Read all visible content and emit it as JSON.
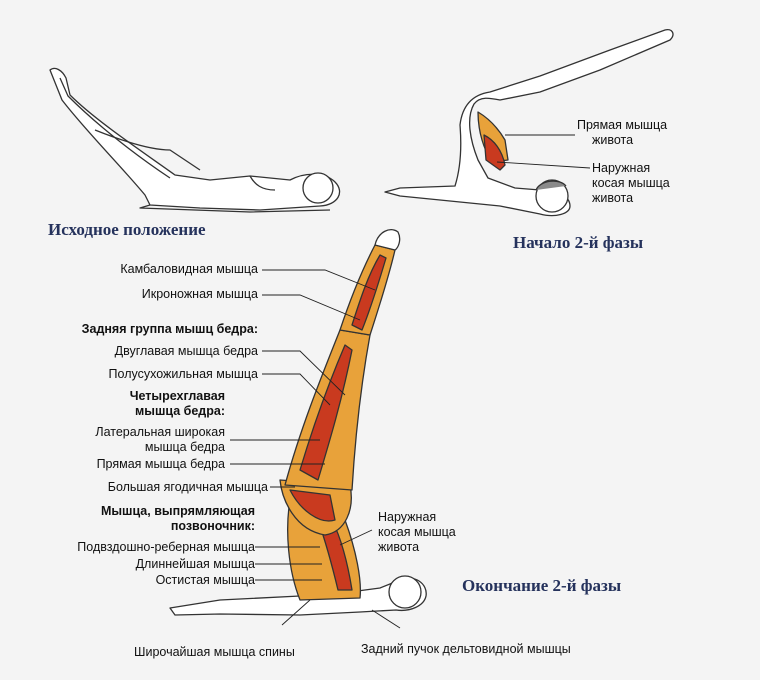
{
  "titles": {
    "start": "Исходное положение",
    "phase2_start": "Начало 2-й фазы",
    "phase2_end": "Окончание 2-й фазы"
  },
  "top_right_labels": {
    "rectus_1": "Прямая мышца",
    "rectus_2": "живота",
    "oblique_1": "Наружная",
    "oblique_2": "косая мышца",
    "oblique_3": "живота"
  },
  "left_labels": {
    "soleus": "Камбаловидная мышца",
    "gastrocnemius": "Икроножная мышца",
    "hamstrings_group": "Задняя группа мышц бедра:",
    "biceps_femoris": "Двуглавая мышца бедра",
    "semitendinosus": "Полусухожильная мышца",
    "quadriceps_1": "Четырехглавая",
    "quadriceps_2": "мышца бедра:",
    "vastus_lateralis_1": "Латеральная широкая",
    "vastus_lateralis_2": "мышца бедра",
    "rectus_femoris": "Прямая мышца бедра",
    "gluteus_maximus": "Большая ягодичная мышца",
    "erector_1": "Мышца, выпрямляющая",
    "erector_2": "позвоночник:",
    "iliocostalis": "Подвздошно-реберная мышца",
    "longissimus": "Длиннейшая мышца",
    "spinalis": "Остистая мышца"
  },
  "bottom_labels": {
    "latissimus": "Широчайшая мышца спины",
    "deltoid_posterior": "Задний пучок дельтовидной мышцы"
  },
  "right_labels": {
    "oblique_1": "Наружная",
    "oblique_2": "косая мышца",
    "oblique_3": "живота"
  },
  "colors": {
    "title": "#25325c",
    "muscle_orange": "#e8a23a",
    "muscle_red": "#c93a1f",
    "skin": "#ffffff",
    "outline": "#333333"
  }
}
